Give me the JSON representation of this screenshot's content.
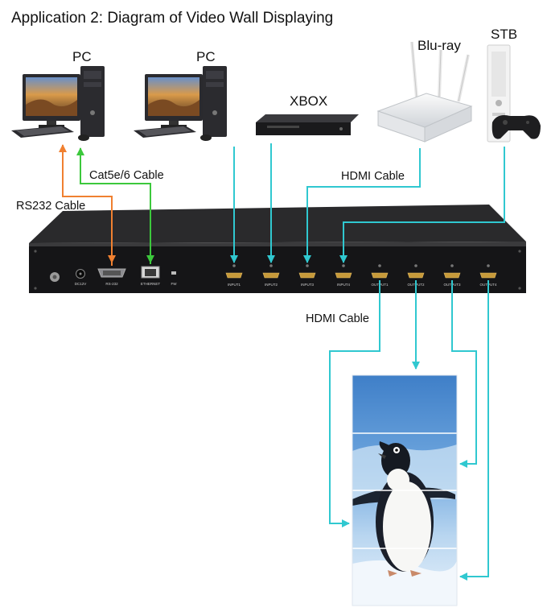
{
  "title": "Application 2: Diagram of Video Wall Displaying",
  "devices": {
    "pc1": "PC",
    "pc2": "PC",
    "xbox": "XBOX",
    "bluray": "Blu-ray",
    "stb": "STB"
  },
  "cables": {
    "rs232": "RS232 Cable",
    "cat5": "Cat5e/6 Cable",
    "hdmi_in": "HDMI Cable",
    "hdmi_out": "HDMI Cable"
  },
  "ports": {
    "power": "DC12V",
    "rs232": "RS-232",
    "ethernet": "ETHERNET",
    "fw": "FW",
    "input1": "INPUT1",
    "input2": "INPUT2",
    "input3": "INPUT3",
    "input4": "INPUT4",
    "output1": "OUTPUT1",
    "output2": "OUTPUT2",
    "output3": "OUTPUT3",
    "output4": "OUTPUT4"
  },
  "colors": {
    "rs232": "#f08030",
    "cat5": "#3cc83c",
    "hdmi": "#30c8d0",
    "chassis": "#1c1c1e"
  }
}
